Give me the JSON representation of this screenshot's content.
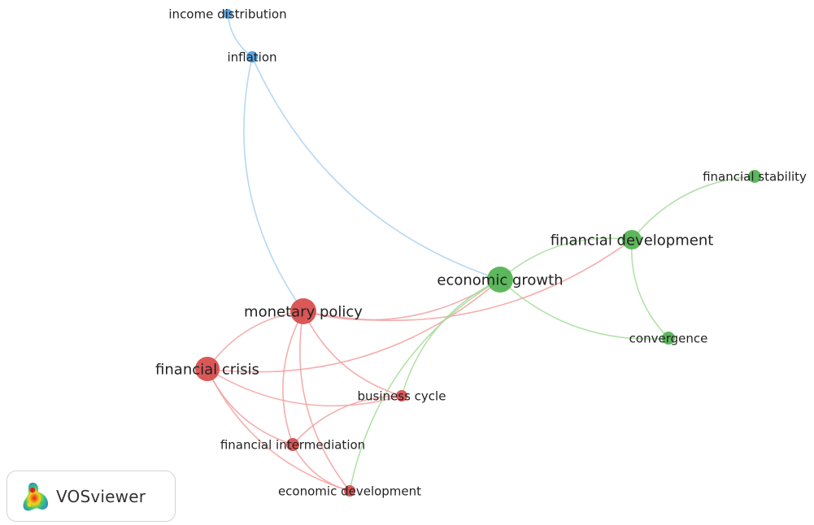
{
  "nodes": [
    {
      "id": "income_distribution",
      "label": "income distribution",
      "cluster": "blue"
    },
    {
      "id": "inflation",
      "label": "inflation",
      "cluster": "blue"
    },
    {
      "id": "financial_stability",
      "label": "financial stability",
      "cluster": "green"
    },
    {
      "id": "financial_development",
      "label": "financial development",
      "cluster": "green"
    },
    {
      "id": "economic_growth",
      "label": "economic growth",
      "cluster": "green"
    },
    {
      "id": "convergence",
      "label": "convergence",
      "cluster": "green"
    },
    {
      "id": "monetary_policy",
      "label": "monetary policy",
      "cluster": "red"
    },
    {
      "id": "financial_crisis",
      "label": "financial crisis",
      "cluster": "red"
    },
    {
      "id": "business_cycle",
      "label": "business cycle",
      "cluster": "red"
    },
    {
      "id": "financial_intermediation",
      "label": "financial intermediation",
      "cluster": "red"
    },
    {
      "id": "economic_development",
      "label": "economic development",
      "cluster": "red"
    }
  ],
  "edges": [
    [
      "income_distribution",
      "inflation"
    ],
    [
      "inflation",
      "monetary_policy"
    ],
    [
      "inflation",
      "economic_growth"
    ],
    [
      "financial_stability",
      "financial_development"
    ],
    [
      "financial_development",
      "economic_growth"
    ],
    [
      "financial_development",
      "convergence"
    ],
    [
      "economic_growth",
      "convergence"
    ],
    [
      "monetary_policy",
      "financial_development"
    ],
    [
      "monetary_policy",
      "economic_growth"
    ],
    [
      "monetary_policy",
      "financial_crisis"
    ],
    [
      "monetary_policy",
      "business_cycle"
    ],
    [
      "monetary_policy",
      "financial_intermediation"
    ],
    [
      "monetary_policy",
      "economic_development"
    ],
    [
      "financial_crisis",
      "economic_growth"
    ],
    [
      "financial_crisis",
      "business_cycle"
    ],
    [
      "financial_crisis",
      "financial_intermediation"
    ],
    [
      "financial_crisis",
      "economic_development"
    ],
    [
      "economic_growth",
      "business_cycle"
    ],
    [
      "economic_growth",
      "economic_development"
    ],
    [
      "business_cycle",
      "financial_intermediation"
    ],
    [
      "financial_intermediation",
      "economic_development"
    ]
  ],
  "cluster_colors": {
    "red": "#d84a4a",
    "green": "#4fb24f",
    "blue": "#4a9de0"
  },
  "edge_colors": {
    "red": "#f3a0a0",
    "green": "#a6dc9b",
    "blue": "#a9d1f2"
  },
  "logo": {
    "text": "VOSviewer",
    "icon": "vosviewer-density-icon"
  }
}
